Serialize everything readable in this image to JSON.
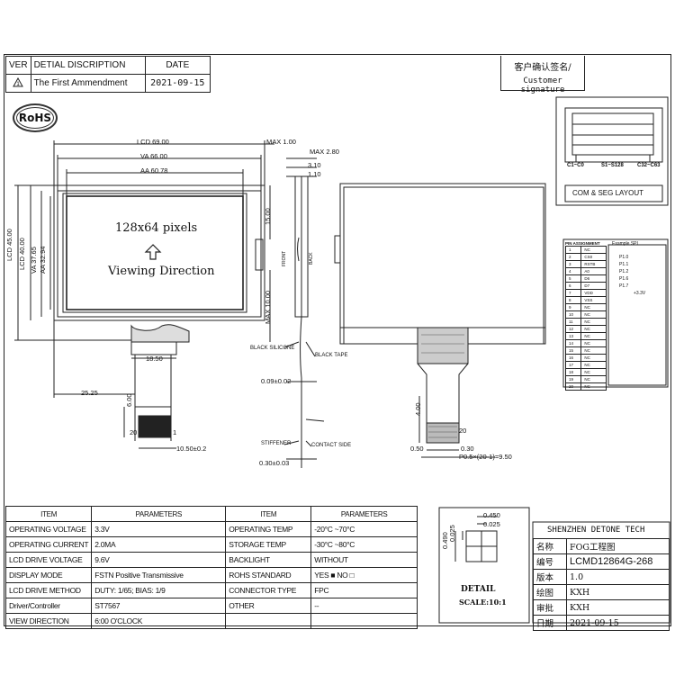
{
  "revision": {
    "header": {
      "ver": "VER",
      "description": "DETIAL DISCRIPTION",
      "date": "DATE"
    },
    "row": {
      "description": "The First Ammendment",
      "date": "2021-09-15"
    }
  },
  "customer": {
    "label_cn": "客户确认签名/",
    "label_en": "Customer signature"
  },
  "rohs": "RoHS",
  "layout_box": {
    "left": "C1~C0",
    "mid": "S1~S128",
    "right": "C32~C63",
    "caption": "COM & SEG LAYOUT"
  },
  "front_view": {
    "display_text": "128x64 pixels",
    "direction_text": "Viewing Direction",
    "dims": {
      "lcd_w": "LCD 69.00",
      "va_w": "VA 66.00",
      "aa_w": "AA 60.78",
      "lcd_h": "LCD 45.00",
      "lcd_h2": "LCD 40.00",
      "va_h": "VA 37.65",
      "aa_h": "AA 32.94",
      "max1": "MAX 1.00",
      "d15": "15.00",
      "max10": "MAX 10.00",
      "fpc_w": "18.50",
      "left_off": "25.25",
      "d6": "6.00",
      "pin20": "20",
      "pin1": "1",
      "fpc_end": "10.50±0.2"
    }
  },
  "side_view": {
    "max_280": "MAX 2.80",
    "d310": "3.10",
    "d110": "1.10",
    "front": "FRONT",
    "back": "BACK",
    "black_silicone": "BLACK SILICONE",
    "black_tape": "BLACK TAPE",
    "d009": "0.09±0.02",
    "stiffener": "STIFFENER",
    "contact_side": "CONTACT SIDE",
    "d030": "0.30±0.03"
  },
  "back_view": {
    "d400": "4.00",
    "pin20": "20",
    "d050": "0.50",
    "d030": "0.30",
    "pitch": "P0.5×(20-1)=9.50"
  },
  "pin_table": {
    "header": "PIN ASSIGNMENT",
    "rows": [
      [
        "1",
        "NC"
      ],
      [
        "2",
        "CS0"
      ],
      [
        "3",
        "RSTB"
      ],
      [
        "4",
        "A0"
      ],
      [
        "5",
        "D6"
      ],
      [
        "6",
        "D7"
      ],
      [
        "7",
        "VDD"
      ],
      [
        "8",
        "VSS"
      ],
      [
        "9",
        "NC"
      ],
      [
        "10",
        "NC"
      ],
      [
        "11",
        "NC"
      ],
      [
        "12",
        "NC"
      ],
      [
        "13",
        "NC"
      ],
      [
        "14",
        "NC"
      ],
      [
        "15",
        "NC"
      ],
      [
        "16",
        "NC"
      ],
      [
        "17",
        "NC"
      ],
      [
        "18",
        "NC"
      ],
      [
        "19",
        "NC"
      ],
      [
        "20",
        "NC"
      ]
    ]
  },
  "circuit": {
    "title": "Example SPI",
    "labels": [
      "P1.0",
      "P1.1",
      "P1.2",
      "P1.6",
      "P1.7",
      "+3.3V"
    ]
  },
  "specs": {
    "headers": [
      "ITEM",
      "PARAMETERS",
      "ITEM",
      "PARAMETERS"
    ],
    "rows": [
      [
        "OPERATING VOLTAGE",
        "3.3V",
        "OPERATING TEMP",
        "-20°C ~70°C"
      ],
      [
        "OPERATING CURRENT",
        "2.0MA",
        "STORAGE TEMP",
        "-30°C ~80°C"
      ],
      [
        "LCD DRIVE VOLTAGE",
        "9.6V",
        "BACKLIGHT",
        "WITHOUT"
      ],
      [
        "DISPLAY MODE",
        "FSTN Positive Transmissive",
        "ROHS STANDARD",
        "YES ■    NO □"
      ],
      [
        "LCD DRIVE METHOD",
        "DUTY: 1/65; BIAS: 1/9",
        "CONNECTOR TYPE",
        "FPC"
      ],
      [
        "Driver/Controller",
        "ST7567",
        "OTHER",
        "--"
      ],
      [
        "VIEW DIRECTION",
        "6:00 O'CLOCK",
        "",
        ""
      ]
    ]
  },
  "detail": {
    "d0450": "0.450",
    "d0025": "0.025",
    "d0490": "0.490",
    "d0025b": "0.025",
    "title": "DETAIL",
    "scale": "SCALE:10:1"
  },
  "title_block": {
    "company": "SHENZHEN DETONE TECH",
    "rows": [
      [
        "名称",
        "FOG工程图"
      ],
      [
        "编号",
        "LCMD12864G-268"
      ],
      [
        "版本",
        "1.0"
      ],
      [
        "绘图",
        "KXH"
      ],
      [
        "审批",
        "KXH"
      ],
      [
        "日期",
        "2021-09-15"
      ]
    ]
  }
}
